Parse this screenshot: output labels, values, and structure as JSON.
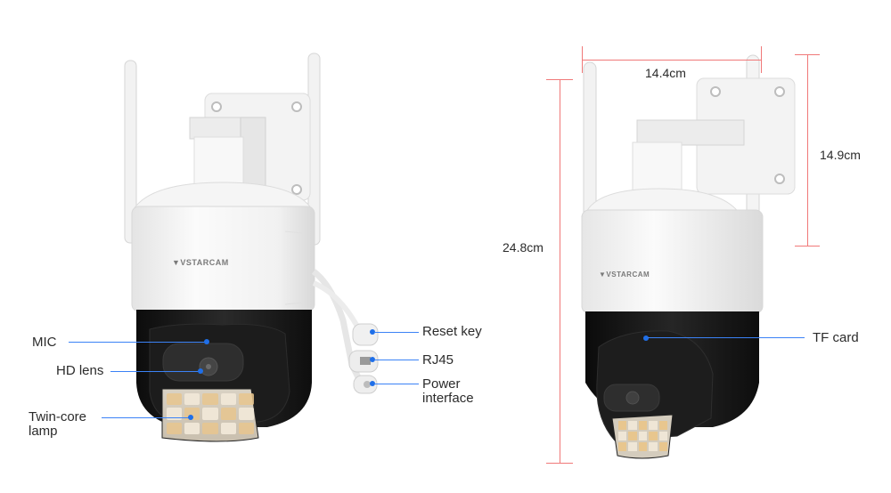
{
  "product": {
    "brand": "VSTARCAM",
    "views": [
      "front-view",
      "side-view"
    ]
  },
  "callouts_left_view": [
    {
      "id": "mic",
      "label": "MIC"
    },
    {
      "id": "hd-lens",
      "label": "HD lens"
    },
    {
      "id": "twin-core-lamp",
      "label": "Twin-core\nlamp"
    },
    {
      "id": "reset-key",
      "label": "Reset key"
    },
    {
      "id": "rj45",
      "label": "RJ45"
    },
    {
      "id": "power-interface",
      "label": "Power\ninterface"
    }
  ],
  "callouts_right_view": [
    {
      "id": "tf-card",
      "label": "TF card"
    }
  ],
  "dimensions": {
    "width": "14.4cm",
    "height": "24.8cm",
    "bracket_height": "14.9cm"
  },
  "colors": {
    "callout_line": "#3b82f6",
    "callout_dot": "#1f6fe8",
    "dimension_line": "#f07878",
    "body_white": "#f4f4f4",
    "body_black": "#151515",
    "led_warm": "#e8c68e"
  }
}
